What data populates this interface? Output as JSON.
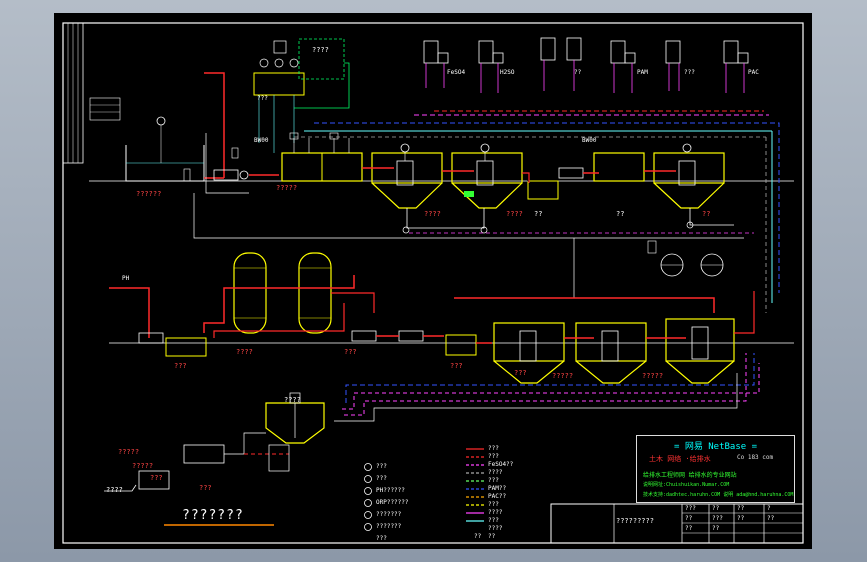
{
  "labels": {
    "left_tank": "??????",
    "neutral_tank": "?????",
    "tank_mid": "??",
    "tank_right": "??",
    "fast_tank": "????",
    "fast_tank2": "????",
    "fast_tank3": "??",
    "bl_left": "???",
    "bl_mid": "???",
    "bl_right": "???",
    "bl_1": "???",
    "bl_2": "?????",
    "bl_3": "?????",
    "bl_4": "????",
    "bl_5": "???",
    "bl_6": "???",
    "pump1": "BW00",
    "pump2": "BW00",
    "upper_box": "????",
    "top_tank_label": "???",
    "flow_in": "PH",
    "dosing_1": "FeSO4",
    "dosing_2": "H2SO",
    "dosing_3": "??",
    "dosing_4": "PAM",
    "dosing_5": "???",
    "dosing_6": "PAC",
    "filter_label": "????",
    "sludge_label": "????",
    "drum_label": "???",
    "bottom_label1": "????",
    "bottom_label2": "????",
    "bottom_cake": "????",
    "bottom_left1": "?????",
    "bottom_left2": "?????",
    "bottom_left3": "???",
    "sludge_tank": "???",
    "footer_title": "???????"
  },
  "legend_left": [
    {
      "symbol": "circle",
      "text": "???"
    },
    {
      "symbol": "circle-pc",
      "text": "???"
    },
    {
      "symbol": "circle-ph",
      "text": "PH??????"
    },
    {
      "symbol": "circle-orp",
      "text": "ORP??????"
    },
    {
      "symbol": "circle-ls",
      "text": "???????"
    },
    {
      "symbol": "circle-f",
      "text": "???????"
    },
    {
      "symbol": "circle-m",
      "text": "???"
    }
  ],
  "legend_right": [
    {
      "color": "#ff2a2a",
      "style": "solid",
      "text": "???"
    },
    {
      "color": "#ff2a2a",
      "style": "dashed",
      "text": "???"
    },
    {
      "color": "#ff66ff",
      "style": "dashed",
      "text": "FeSO4??"
    },
    {
      "color": "#aaaaaa",
      "style": "dashed",
      "text": "????"
    },
    {
      "color": "#66ff66",
      "style": "dashed",
      "text": "???"
    },
    {
      "color": "#4466ff",
      "style": "dashed",
      "text": "PAM??"
    },
    {
      "color": "#ffaa00",
      "style": "dashed",
      "text": "PAC??"
    },
    {
      "color": "#ffff00",
      "style": "dashed",
      "text": "???"
    },
    {
      "color": "#ff66ff",
      "style": "solid",
      "text": "????"
    },
    {
      "color": "#66ffff",
      "style": "solid",
      "text": "???"
    },
    {
      "color": "#ffffff",
      "style": "solid",
      "text": "????"
    },
    {
      "color": "#ffffff",
      "style": "none",
      "text": "??"
    },
    {
      "color": "#ffffff",
      "style": "none",
      "text": "??"
    }
  ],
  "info_block": {
    "title": "=  网易  NetBase  =",
    "sub_left": "土木 网络 ·给排水",
    "sub_right": "Co 183 com",
    "line1": "给排水工程师网 给排水的专业网站",
    "line2": "说明网址:Chuishuikan.Numar.COM",
    "line3": "技术支持:dadhtec.haruhn.COM 说明 ada@hnd.haruhna.COM"
  },
  "title_block": {
    "drawing_name": "?????????",
    "cells": [
      "???",
      "??",
      "??",
      "?",
      "??",
      "???",
      "??",
      "??",
      "??",
      "??"
    ]
  },
  "colors": {
    "red": "#ff2a2a",
    "yellow": "#ffff00",
    "cyan": "#00ffff",
    "magenta": "#ff44ff",
    "blue": "#3355ff",
    "green": "#33ff33",
    "white": "#ffffff"
  }
}
